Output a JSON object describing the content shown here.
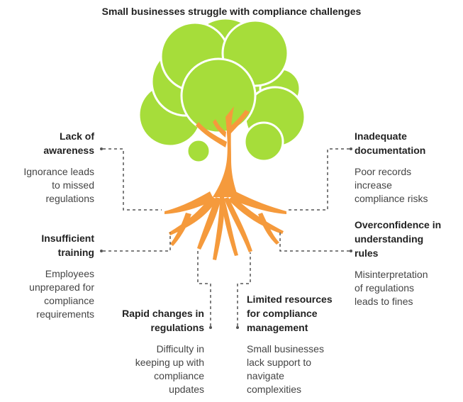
{
  "title": "Small businesses struggle with compliance challenges",
  "colors": {
    "foliage": "#a6dd3a",
    "trunk": "#f59a3c",
    "connector": "#555555"
  },
  "items": [
    {
      "id": "lack-of-awareness",
      "heading": "Lack of\nawareness",
      "description": "Ignorance leads\nto missed\nregulations"
    },
    {
      "id": "insufficient-training",
      "heading": "Insufficient\ntraining",
      "description": "Employees\nunprepared for\ncompliance\nrequirements"
    },
    {
      "id": "rapid-changes",
      "heading": "Rapid changes in\nregulations",
      "description": "Difficulty in\nkeeping up with\ncompliance\nupdates"
    },
    {
      "id": "limited-resources",
      "heading": "Limited resources\nfor compliance\nmanagement",
      "description": "Small businesses\nlack support to\nnavigate\ncomplexities"
    },
    {
      "id": "inadequate-documentation",
      "heading": "Inadequate\ndocumentation",
      "description": "Poor records\nincrease\ncompliance risks"
    },
    {
      "id": "overconfidence",
      "heading": "Overconfidence in\nunderstanding\nrules",
      "description": "Misinterpretation\nof regulations\nleads to fines"
    }
  ]
}
